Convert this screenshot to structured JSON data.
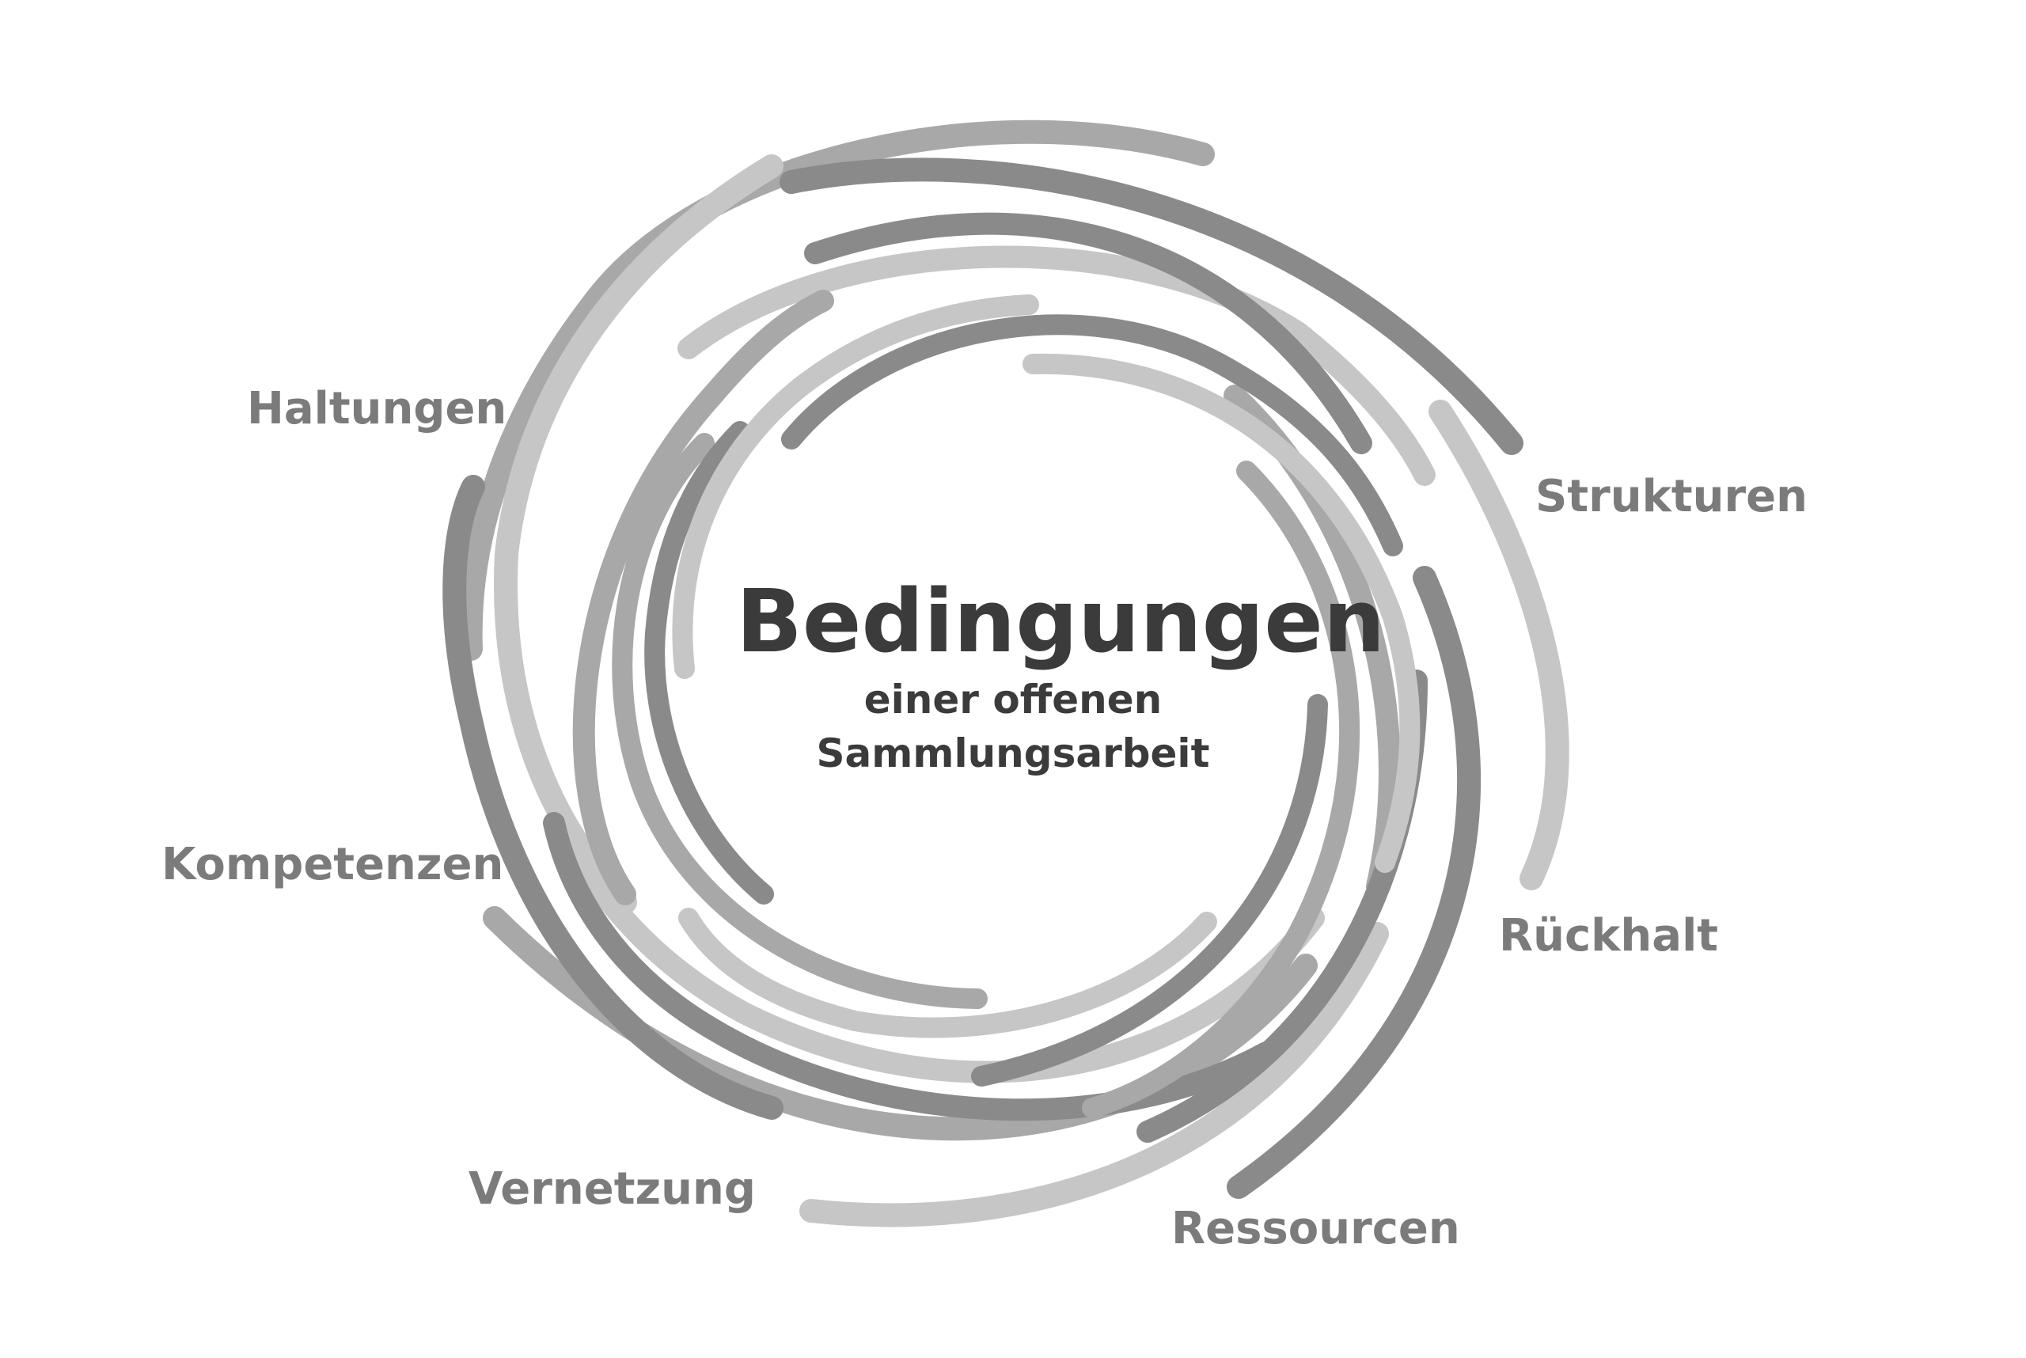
{
  "center": {
    "title": "Bedingungen",
    "subtitle_line1": "einer offenen",
    "subtitle_line2": "Sammlungsarbeit"
  },
  "labels": {
    "haltungen": "Haltungen",
    "strukturen": "Strukturen",
    "kompetenzen": "Kompetenzen",
    "rueckhalt": "Rückhalt",
    "vernetzung": "Vernetzung",
    "ressourcen": "Ressourcen"
  },
  "colors": {
    "dark": "#8a8a8a",
    "mid": "#a8a8a8",
    "light": "#c6c6c6",
    "label": "#7b7b7b",
    "center_text": "#3b3b3b"
  }
}
